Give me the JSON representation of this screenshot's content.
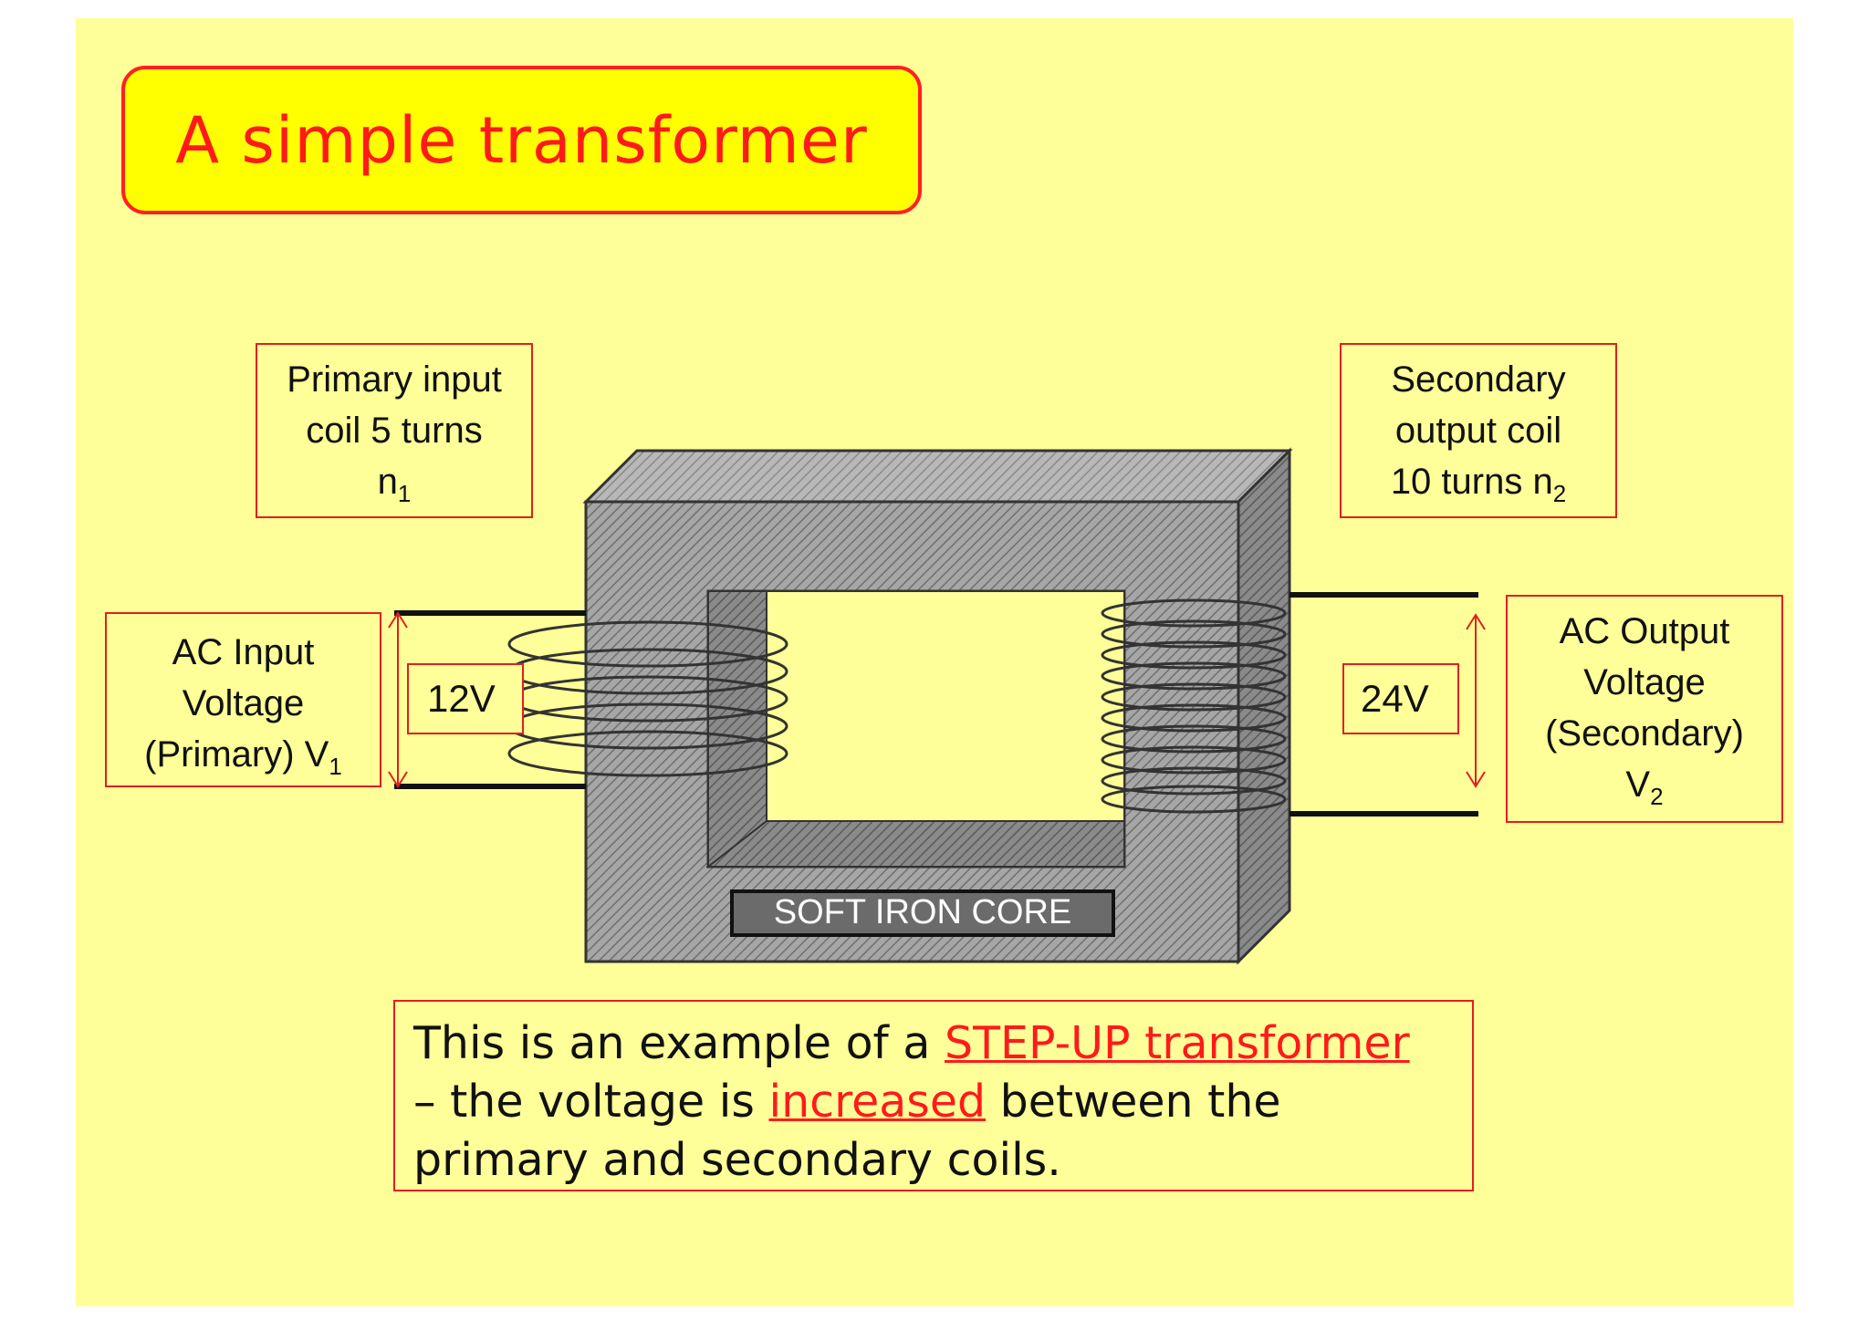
{
  "title": "A simple transformer",
  "primary_coil": {
    "line1": "Primary input",
    "line2": "coil  5 turns",
    "line3_main": "n",
    "line3_sub": "1"
  },
  "secondary_coil": {
    "line1": "Secondary",
    "line2": "output coil",
    "line3_main": "10 turns n",
    "line3_sub": "2"
  },
  "ac_input": {
    "line1": "AC Input",
    "line2": "Voltage",
    "line3_main": "(Primary)  V",
    "line3_sub": "1"
  },
  "ac_output": {
    "line1": "AC Output",
    "line2": "Voltage",
    "line3": "(Secondary)",
    "line4_main": "V",
    "line4_sub": "2"
  },
  "input_voltage": "12V",
  "output_voltage": "24V",
  "core_label": "SOFT IRON CORE",
  "note": {
    "part1": "This is an example of a ",
    "highlight1": "STEP-UP transformer",
    "part2": "– the voltage is ",
    "highlight2": "increased",
    "part3": " between the",
    "part4": "primary and secondary coils."
  },
  "colors": {
    "slide_bg": "#ffff99",
    "title_fill": "#ffff00",
    "accent_red": "#ff1a1a",
    "core_gray": "#9a9a9a"
  }
}
